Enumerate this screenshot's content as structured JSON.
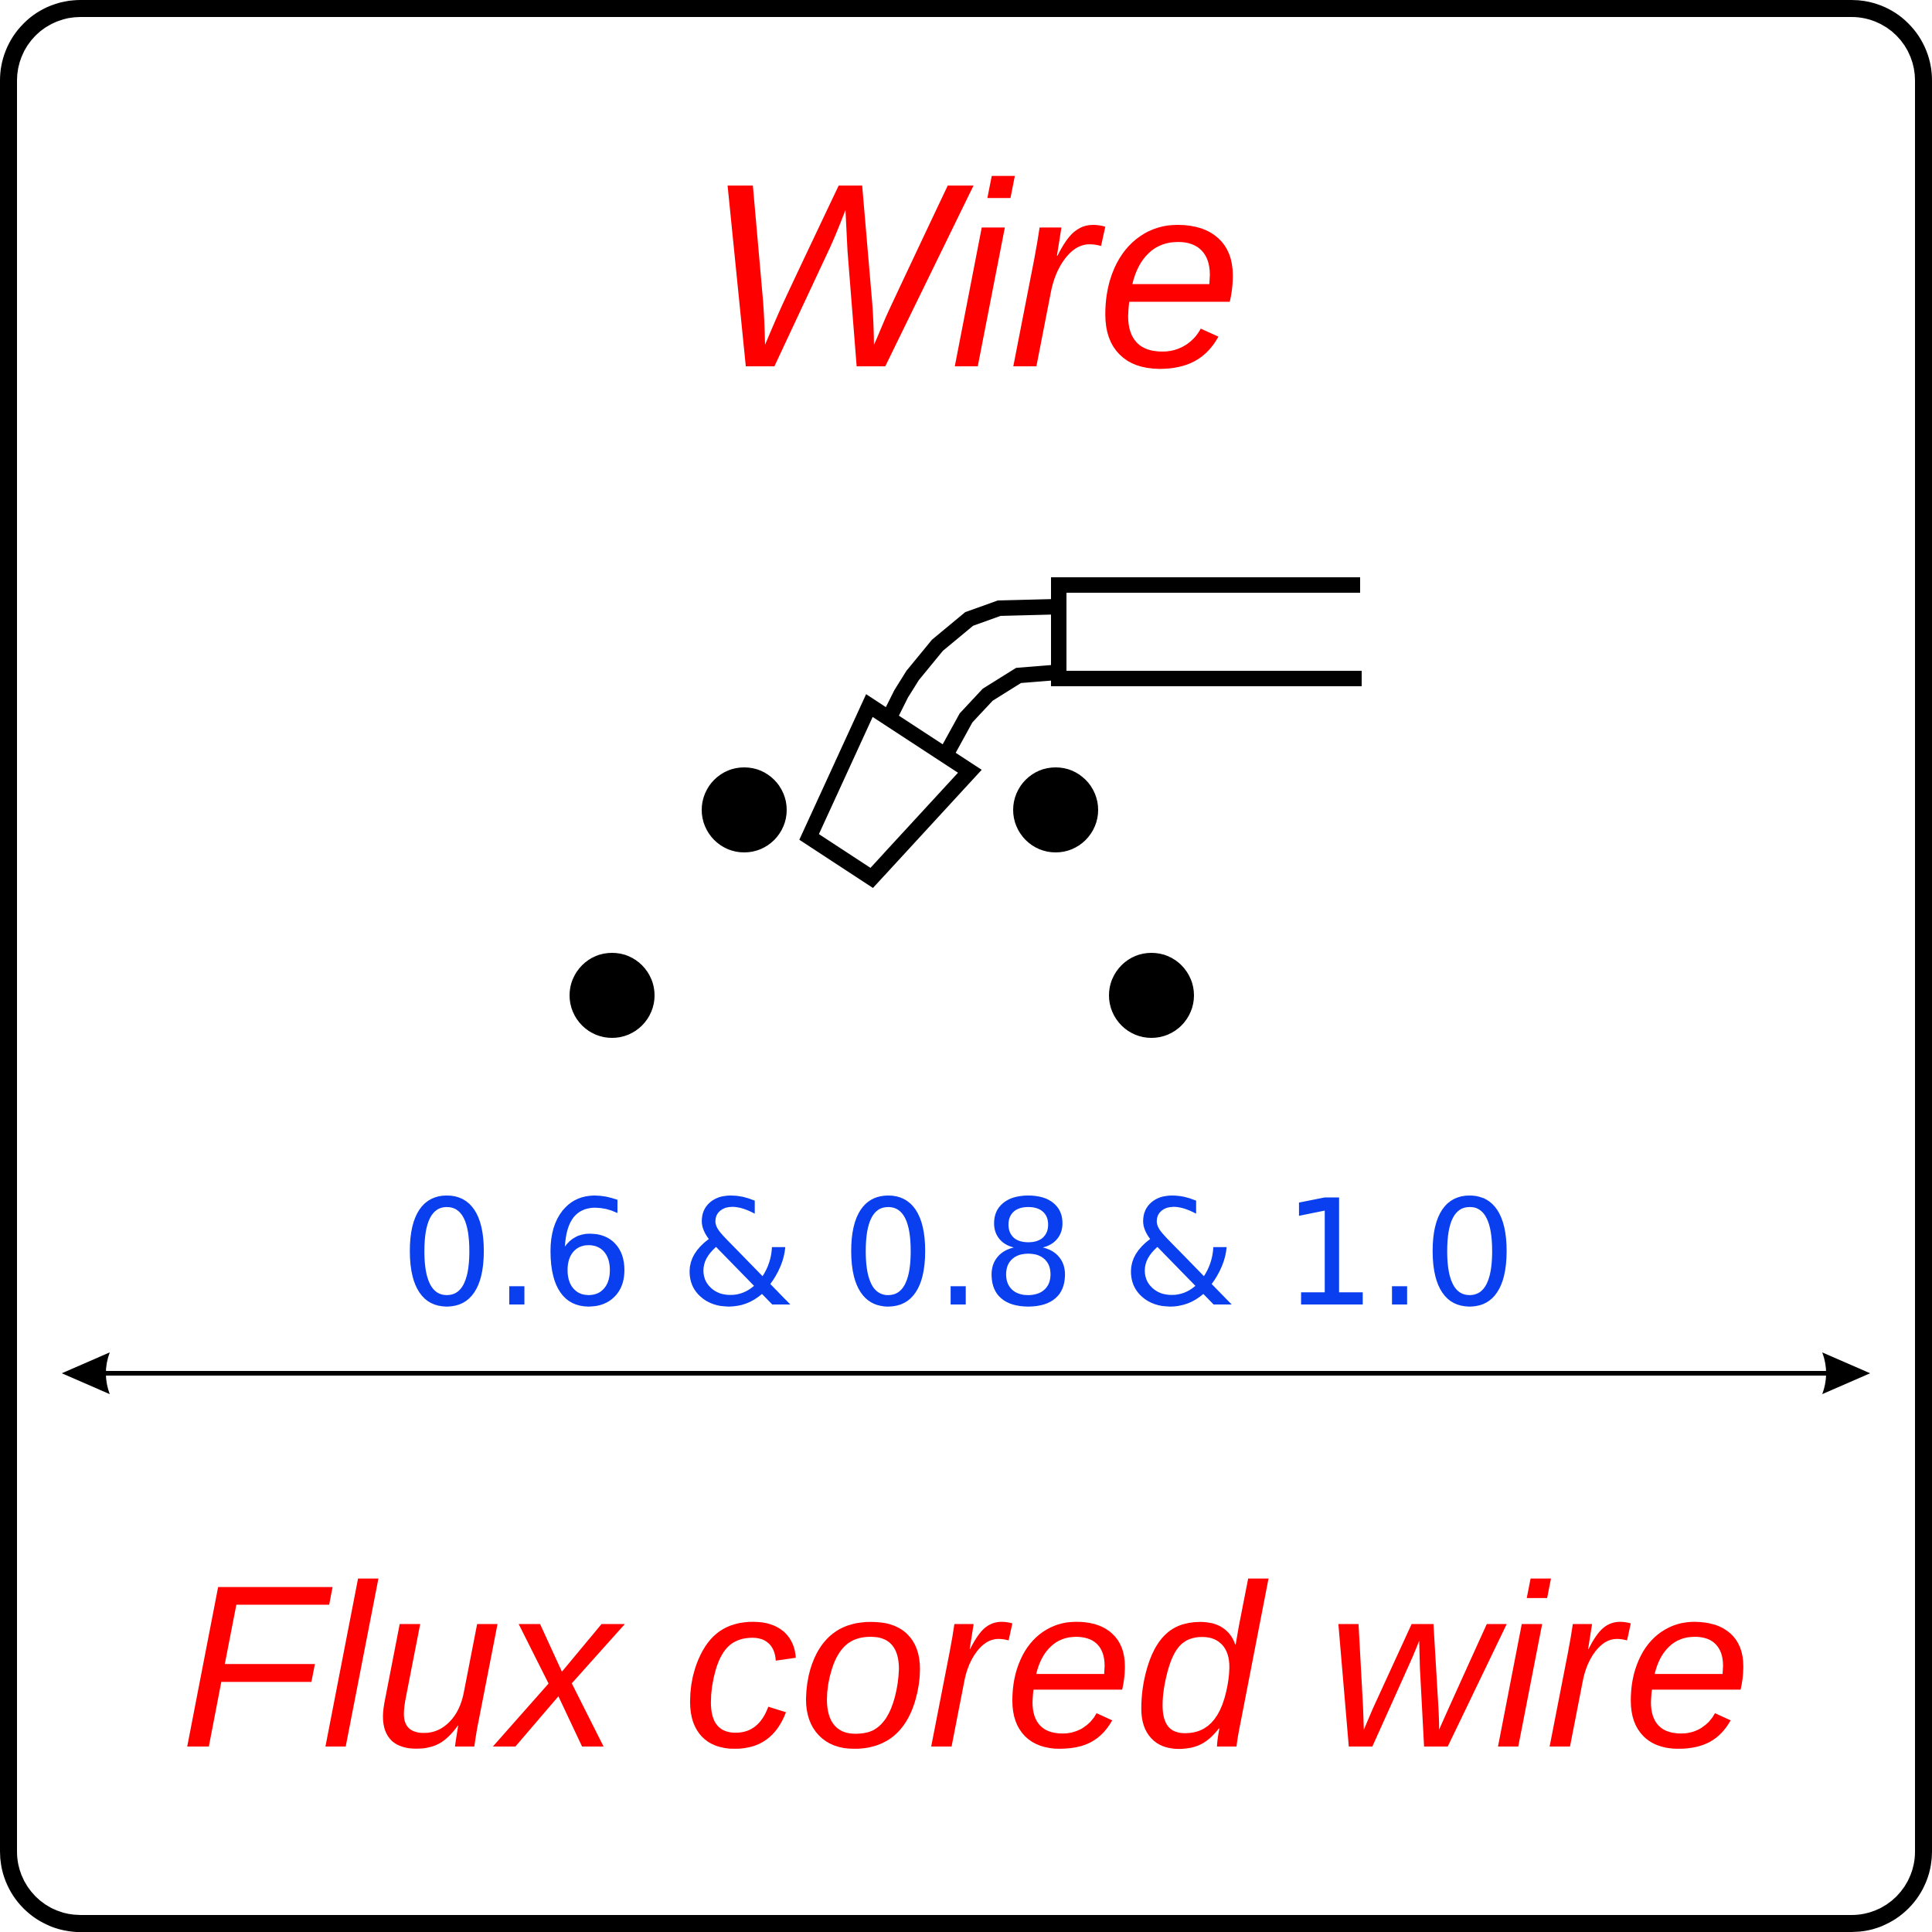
{
  "title": "Wire",
  "sizes_label": "0.6 & 0.8 & 1.0",
  "subtitle": "Flux cored wire",
  "colors": {
    "title": "#ff0000",
    "sizes": "#0a3ff0",
    "frame": "#000000",
    "drawing": "#000000"
  },
  "icons": [
    "welding-torch-icon",
    "weld-dot-icon",
    "double-arrow-icon"
  ]
}
